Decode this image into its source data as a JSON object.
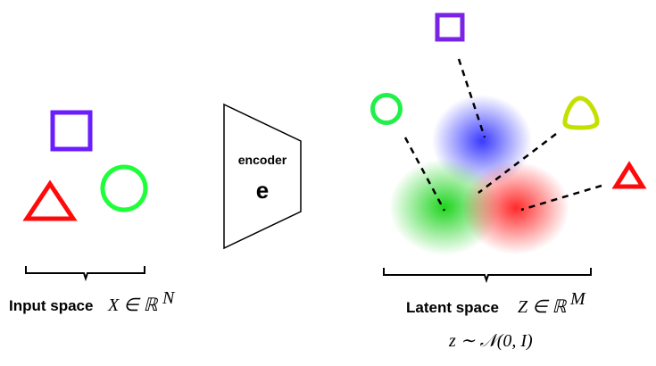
{
  "encoder": {
    "label": "encoder",
    "symbol": "e"
  },
  "input_space": {
    "label": "Input space",
    "math": "X ∈ ℝ",
    "superscript": "N"
  },
  "latent_space": {
    "label": "Latent space",
    "math": "Z ∈ ℝ",
    "superscript": "M",
    "distribution": "z ∼ 𝒩(0, I)"
  },
  "shapes": {
    "input": [
      {
        "kind": "square",
        "color": "#6a1eff",
        "icon": "square-icon"
      },
      {
        "kind": "triangle",
        "color": "#ff0a0a",
        "icon": "triangle-icon"
      },
      {
        "kind": "circle",
        "color": "#1eff3a",
        "icon": "circle-icon"
      }
    ],
    "latent": [
      {
        "kind": "square",
        "color": "#7a22e6",
        "icon": "square-icon"
      },
      {
        "kind": "circle",
        "color": "#22f04a",
        "icon": "circle-icon"
      },
      {
        "kind": "rounded-triangle",
        "color": "#c4e000",
        "icon": "rounded-triangle-icon"
      },
      {
        "kind": "triangle",
        "color": "#ff0a0a",
        "icon": "triangle-icon"
      }
    ],
    "blobs": [
      {
        "name": "blue-cluster",
        "color": "#3a3aff"
      },
      {
        "name": "green-cluster",
        "color": "#1fd41f"
      },
      {
        "name": "red-cluster",
        "color": "#ff2a2a"
      }
    ]
  }
}
